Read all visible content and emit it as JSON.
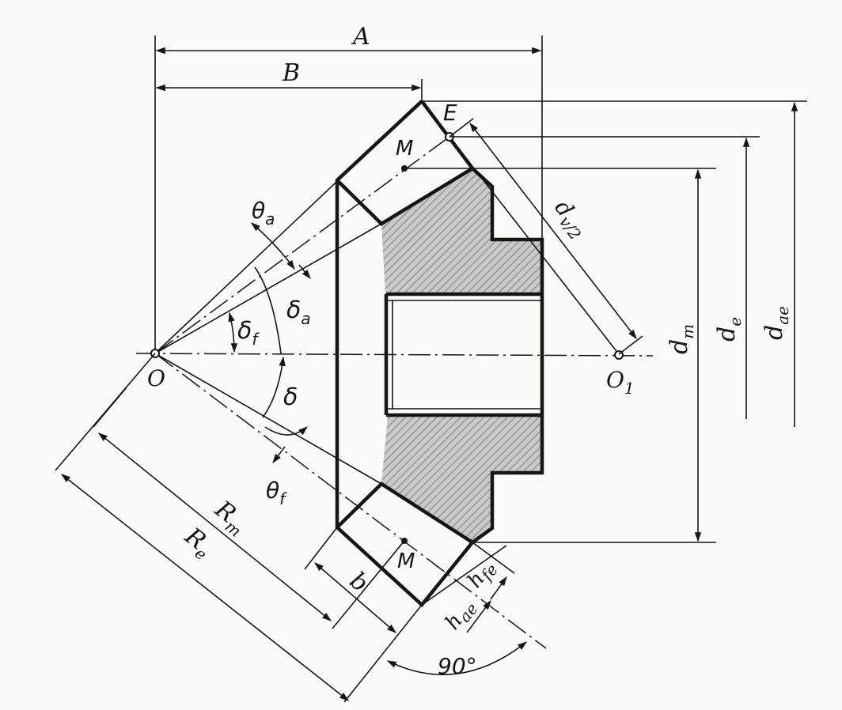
{
  "labels": {
    "A": "A",
    "B": "B",
    "E": "E",
    "M_top": "M",
    "M_bottom": "M",
    "O": "O",
    "O1_main": "O",
    "O1_sub": "1",
    "theta_a_main": "θ",
    "theta_a_sub": "a",
    "delta_a_main": "δ",
    "delta_a_sub": "a",
    "delta_f_main": "δ",
    "delta_f_sub": "f",
    "delta": "δ",
    "theta_f_main": "θ",
    "theta_f_sub": "f",
    "dv2": "d",
    "dv2_sub": "v/2",
    "dm_main": "d",
    "dm_sub": "m",
    "de_main": "d",
    "de_sub": "e",
    "dae_main": "d",
    "dae_sub": "ae",
    "Rm_main": "R",
    "Rm_sub": "m",
    "Re_main": "R",
    "Re_sub": "e",
    "b": "b",
    "hae_main": "h",
    "hae_sub": "ae",
    "hfe_main": "h",
    "hfe_sub": "fe",
    "angle_90": "90°"
  },
  "colors": {
    "ink": "#151515",
    "hatch": "#bdbdbd",
    "paper": "#fbfbf8"
  }
}
